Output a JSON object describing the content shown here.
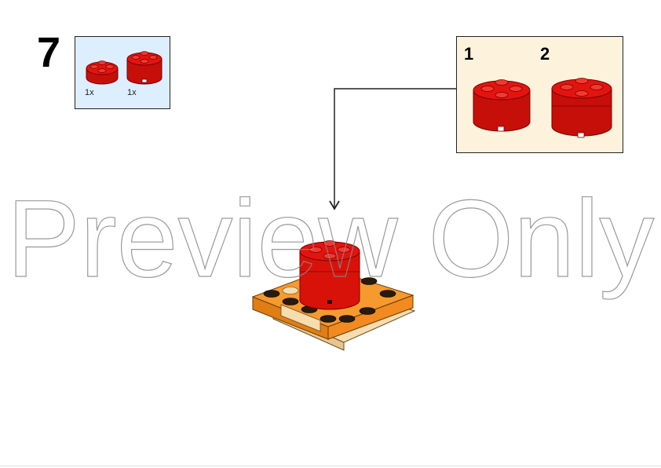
{
  "step": {
    "number": "7"
  },
  "parts_list": {
    "items": [
      {
        "icon": "round-brick-2x2-red-small-icon",
        "qty": "1x"
      },
      {
        "icon": "round-brick-2x2-red-tall-icon",
        "qty": "1x"
      }
    ]
  },
  "callout": {
    "steps": [
      {
        "number": "1"
      },
      {
        "number": "2"
      }
    ]
  },
  "watermark": {
    "text": "Preview Only"
  },
  "colors": {
    "red_brick": "#e3140f",
    "orange_plate": "#f49a2f",
    "tan_plate": "#f6dcae",
    "parts_bg": "#ddeeff",
    "callout_bg": "#fdf3dc"
  }
}
